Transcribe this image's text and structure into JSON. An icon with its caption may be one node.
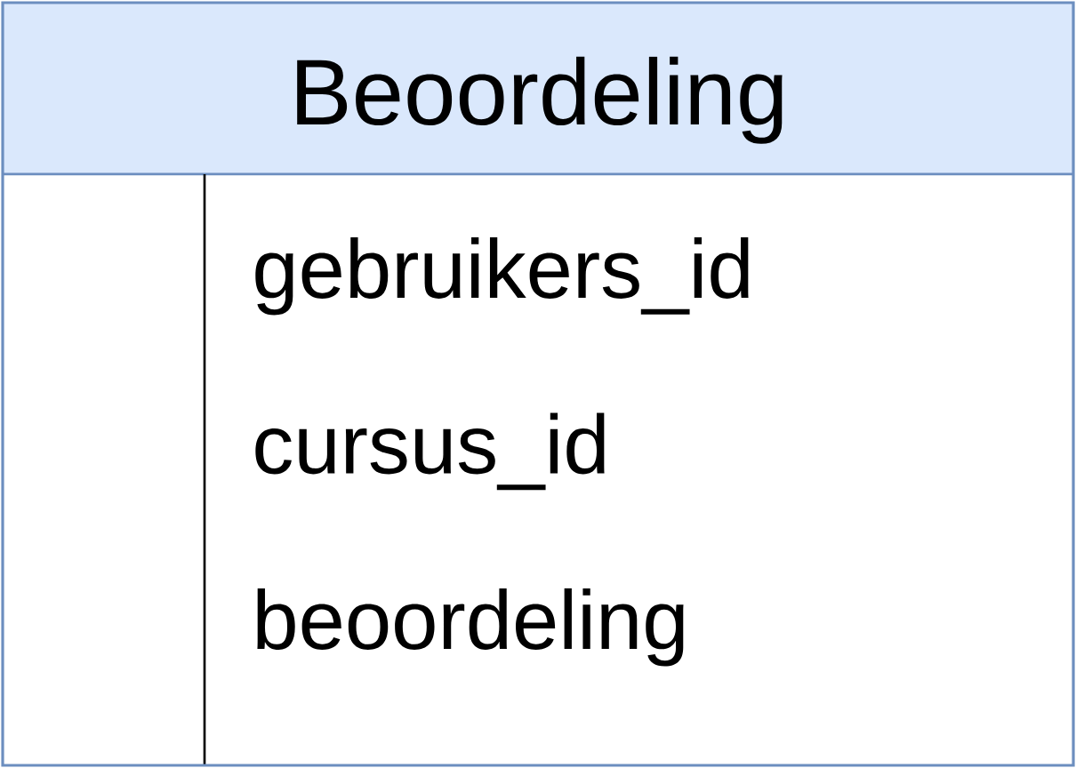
{
  "diagram": {
    "nodes": [
      {
        "text": [
          "Beoordeling",
          "gebruikers_id",
          "cursus_id",
          "beoordeling"
        ]
      }
    ]
  }
}
